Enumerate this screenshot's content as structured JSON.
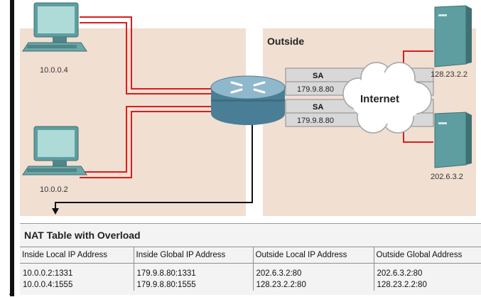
{
  "zones": {
    "outside_label": "Outside"
  },
  "hosts": {
    "pc_top": {
      "ip": "10.0.0.4"
    },
    "pc_bottom": {
      "ip": "10.0.0.2"
    },
    "server_top": {
      "ip": "128.23.2.2"
    },
    "server_bottom": {
      "ip": "202.6.3.2"
    }
  },
  "cloud": {
    "label": "Internet"
  },
  "sa_boxes": [
    {
      "label": "SA",
      "ip": "179.9.8.80"
    },
    {
      "label": "SA",
      "ip": "179.9.8.80"
    }
  ],
  "nat_table": {
    "title": "NAT Table with Overload",
    "headers": [
      "Inside Local IP Address",
      "Inside Global IP Address",
      "Outside Local IP Address",
      "Outside Global Address"
    ],
    "rows": [
      [
        "10.0.0.2:1331",
        "179.9.8.80:1331",
        "202.6.3.2:80",
        "202.6.3.2:80"
      ],
      [
        "10.0.0.4:1555",
        "179.9.8.80:1555",
        "128.23.2.2:80",
        "128.23.2.2:80"
      ]
    ]
  },
  "colors": {
    "inside_bg": "#f1dfd2",
    "outside_bg": "#f1dfd2",
    "link_red": "#d81e1e",
    "device_teal": "#5f9ea0",
    "router_blue": "#5f8fa8"
  },
  "stray_mark": "."
}
